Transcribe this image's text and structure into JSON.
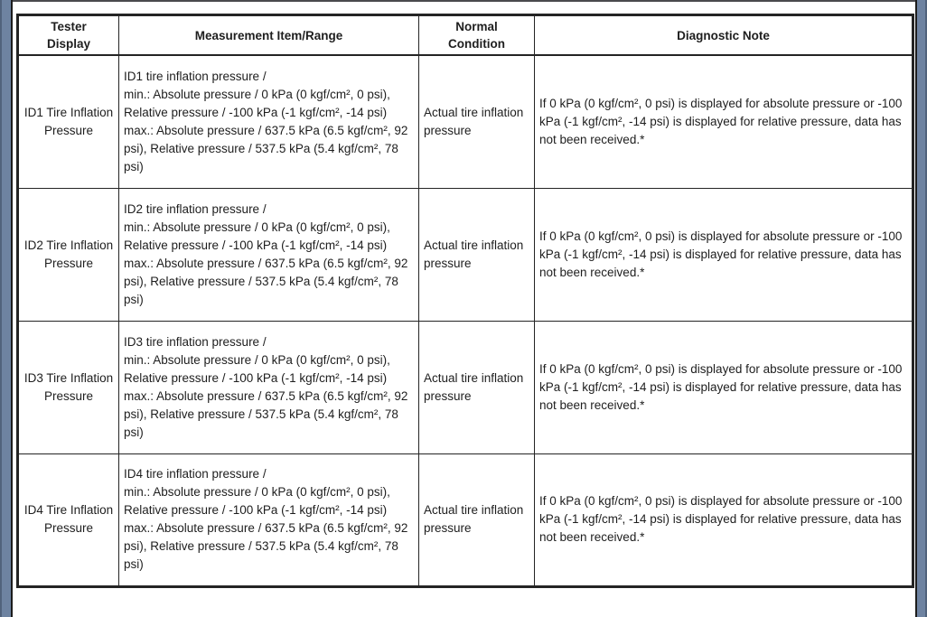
{
  "page": {
    "colors": {
      "page_background": "#ffffff",
      "top_line": "#4a4a4e",
      "page_edge_bar": "#6e83a1",
      "page_edge_line": "#1c1c1c",
      "table_border": "#242424",
      "text": "#1e1e1e"
    }
  },
  "table": {
    "columns": [
      {
        "label": "Tester\nDisplay"
      },
      {
        "label": "Measurement Item/Range"
      },
      {
        "label": "Normal\nCondition"
      },
      {
        "label": "Diagnostic Note"
      }
    ],
    "rows": [
      {
        "tester_display": "ID1 Tire Inflation Pressure",
        "measurement": "ID1 tire inflation pressure /\nmin.: Absolute pressure / 0 kPa (0 kgf/cm², 0 psi), Relative pressure / -100 kPa (-1 kgf/cm², -14 psi)\nmax.: Absolute pressure / 637.5 kPa (6.5 kgf/cm², 92 psi), Relative pressure / 537.5 kPa (5.4 kgf/cm², 78 psi)",
        "normal_condition": "Actual tire inflation pressure",
        "diagnostic_note": "If 0 kPa (0 kgf/cm², 0 psi) is displayed for absolute pressure or -100 kPa (-1 kgf/cm², -14 psi) is displayed for relative pressure, data has not been received.*"
      },
      {
        "tester_display": "ID2 Tire Inflation Pressure",
        "measurement": "ID2 tire inflation pressure /\nmin.: Absolute pressure / 0 kPa (0 kgf/cm², 0 psi), Relative pressure / -100 kPa (-1 kgf/cm², -14 psi)\nmax.: Absolute pressure / 637.5 kPa (6.5 kgf/cm², 92 psi), Relative pressure / 537.5 kPa (5.4 kgf/cm², 78 psi)",
        "normal_condition": "Actual tire inflation pressure",
        "diagnostic_note": "If 0 kPa (0 kgf/cm², 0 psi) is displayed for absolute pressure or -100 kPa (-1 kgf/cm², -14 psi) is displayed for relative pressure, data has not been received.*"
      },
      {
        "tester_display": "ID3 Tire Inflation Pressure",
        "measurement": "ID3 tire inflation pressure /\nmin.: Absolute pressure / 0 kPa (0 kgf/cm², 0 psi), Relative pressure / -100 kPa (-1 kgf/cm², -14 psi)\nmax.: Absolute pressure / 637.5 kPa (6.5 kgf/cm², 92 psi), Relative pressure / 537.5 kPa (5.4 kgf/cm², 78 psi)",
        "normal_condition": "Actual tire inflation pressure",
        "diagnostic_note": "If 0 kPa (0 kgf/cm², 0 psi) is displayed for absolute pressure or -100 kPa (-1 kgf/cm², -14 psi) is displayed for relative pressure, data has not been received.*"
      },
      {
        "tester_display": "ID4 Tire Inflation Pressure",
        "measurement": "ID4 tire inflation pressure /\nmin.: Absolute pressure / 0 kPa (0 kgf/cm², 0 psi), Relative pressure / -100 kPa (-1 kgf/cm², -14 psi)\nmax.: Absolute pressure / 637.5 kPa (6.5 kgf/cm², 92 psi), Relative pressure / 537.5 kPa (5.4 kgf/cm², 78 psi)",
        "normal_condition": "Actual tire inflation pressure",
        "diagnostic_note": "If 0 kPa (0 kgf/cm², 0 psi) is displayed for absolute pressure or -100 kPa (-1 kgf/cm², -14 psi) is displayed for relative pressure, data has not been received.*"
      }
    ]
  }
}
